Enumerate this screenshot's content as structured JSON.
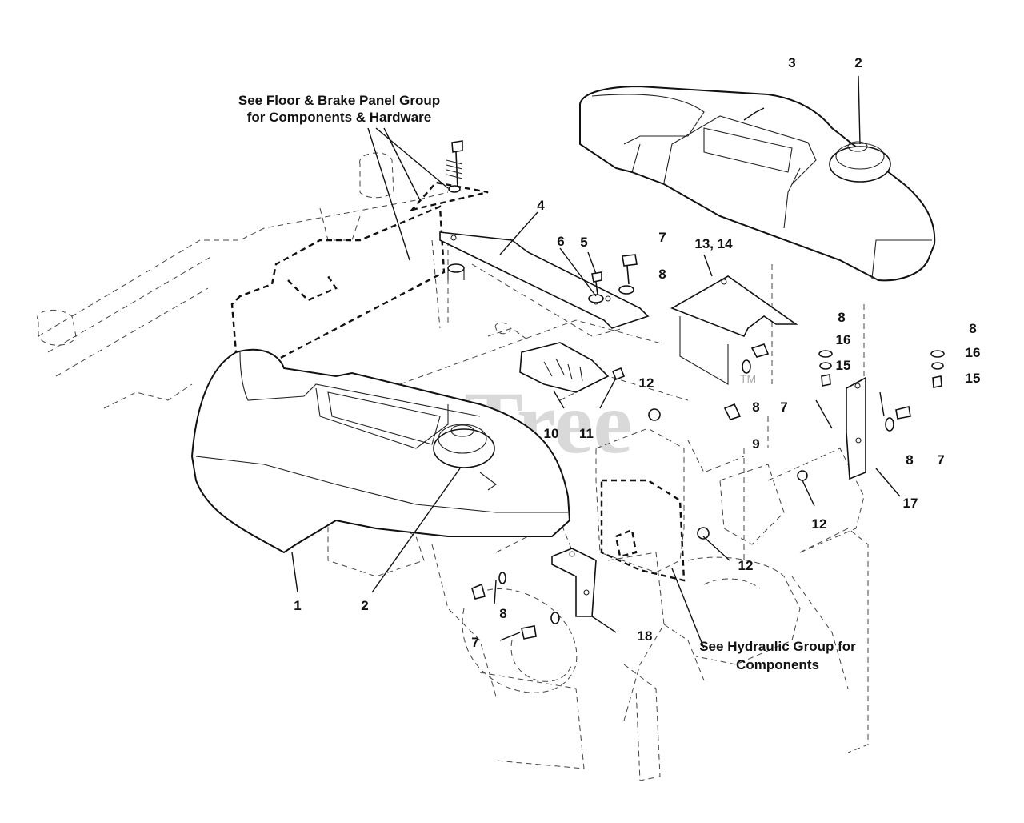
{
  "notes": {
    "floor_brake": [
      "See Floor & Brake Panel Group",
      "for Components & Hardware"
    ],
    "hydraulic": [
      "See Hydraulic Group for",
      "Components"
    ]
  },
  "watermark": {
    "text": "PartsTree",
    "tm": "TM"
  },
  "callouts": {
    "c1": "1",
    "c2_left": "2",
    "c2_right": "2",
    "c3": "3",
    "c4": "4",
    "c5": "5",
    "c6": "6",
    "c7_a": "7",
    "c7_b": "7",
    "c7_c": "7",
    "c7_d": "7",
    "c8_a": "8",
    "c8_b": "8",
    "c8_c": "8",
    "c8_d": "8",
    "c8_e": "8",
    "c8_f": "8",
    "c9": "9",
    "c10": "10",
    "c11": "11",
    "c12_a": "12",
    "c12_b": "12",
    "c12_c": "12",
    "c13_14": "13, 14",
    "c15_a": "15",
    "c15_b": "15",
    "c16_a": "16",
    "c16_b": "16",
    "c17": "17",
    "c18": "18"
  }
}
